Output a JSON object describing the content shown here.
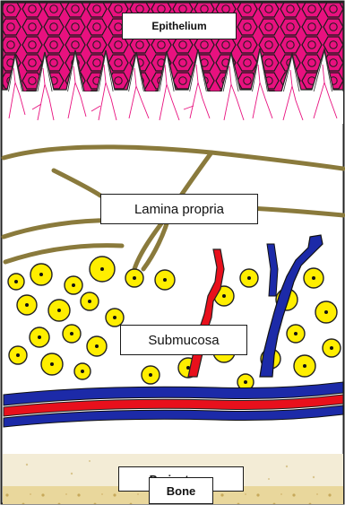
{
  "labels": {
    "epithelium": "Epithelium",
    "lamina_propria": "Lamina propria",
    "submucosa": "Submucosa",
    "periosteum": "Periosteum",
    "bone": "Bone"
  },
  "colors": {
    "epithelium": "#e8117f",
    "fibers": "#8a7a3c",
    "fat_cells": "#ffee00",
    "artery": "#e8101c",
    "vein": "#1c2aa8",
    "periosteum": "#f3ecd6",
    "bone": "#e9d79c"
  }
}
